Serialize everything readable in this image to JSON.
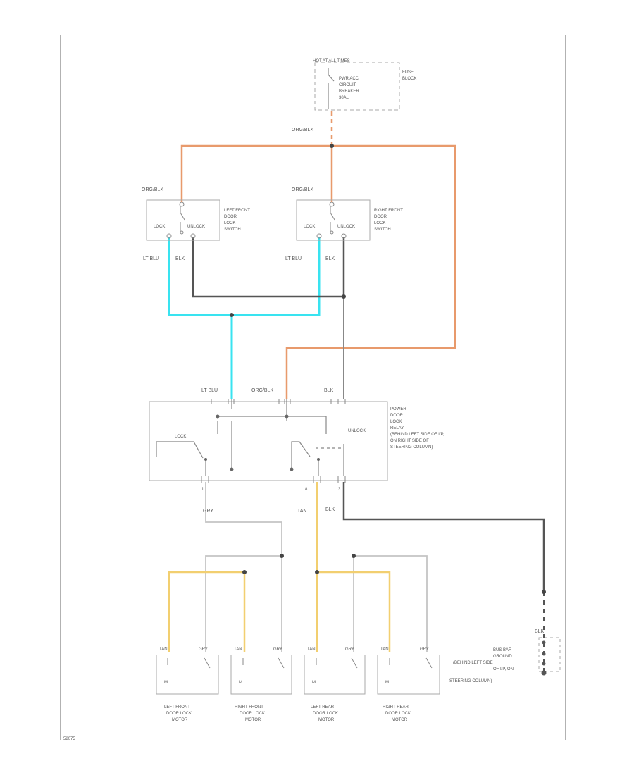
{
  "colors": {
    "orange": "#e89a6c",
    "light_blue": "#39e3f0",
    "dark_grey": "#555555",
    "light_grey": "#c4c4c4",
    "yellow": "#f2cf70",
    "outline": "#aaaaaa"
  },
  "fuse_block": {
    "hot_label": "HOT AT ALL TIMES",
    "breaker_lines": [
      "PWR ACC",
      "CIRCUIT",
      "BREAKER",
      "30AL"
    ],
    "block_lines": [
      "FUSE",
      "BLOCK"
    ]
  },
  "wires": {
    "orn_blk_top": "ORG/BLK",
    "orn_blk_left_switch": "ORG/BLK",
    "orn_blk_right_switch": "ORG/BLK",
    "lt_blu_left": "LT BLU",
    "blk_left": "BLK",
    "lt_blu_right": "LT BLU",
    "blk_right": "BLK",
    "relay_lt_blu": "LT BLU",
    "relay_orn_blk": "ORG/BLK",
    "relay_blk": "BLK",
    "gry": "GRY",
    "tan": "TAN",
    "blk_out": "BLK",
    "ground_blk": "BLK"
  },
  "left_switch": {
    "lock": "LOCK",
    "unlock": "UNLOCK",
    "name_lines": [
      "LEFT FRONT",
      "DOOR",
      "LOCK",
      "SWITCH"
    ]
  },
  "right_switch": {
    "lock": "LOCK",
    "unlock": "UNLOCK",
    "name_lines": [
      "RIGHT FRONT",
      "DOOR",
      "LOCK",
      "SWITCH"
    ]
  },
  "relay": {
    "lock": "LOCK",
    "unlock": "UNLOCK",
    "name_lines": [
      "POWER",
      "DOOR",
      "LOCK",
      "RELAY",
      "(BEHIND LEFT SIDE OF I/P,",
      "ON RIGHT SIDE OF",
      "STEERING COLUMN)"
    ],
    "pin_left": "1",
    "pin_mid": "8",
    "pin_right": "3"
  },
  "ground": {
    "lines": [
      "BUS BAR",
      "GROUND",
      "(BEHIND LEFT SIDE",
      "OF I/P, ON",
      "STEERING COLUMN)"
    ]
  },
  "motors": [
    {
      "tan": "TAN",
      "gry": "GRY",
      "m": "M",
      "name_lines": [
        "LEFT FRONT",
        "DOOR LOCK",
        "MOTOR"
      ]
    },
    {
      "tan": "TAN",
      "gry": "GRY",
      "m": "M",
      "name_lines": [
        "RIGHT FRONT",
        "DOOR LOCK",
        "MOTOR"
      ]
    },
    {
      "tan": "TAN",
      "gry": "GRY",
      "m": "M",
      "name_lines": [
        "LEFT REAR",
        "DOOR LOCK",
        "MOTOR"
      ]
    },
    {
      "tan": "TAN",
      "gry": "GRY",
      "m": "M",
      "name_lines": [
        "RIGHT REAR",
        "DOOR LOCK",
        "MOTOR"
      ]
    }
  ],
  "figure_id": "58075"
}
